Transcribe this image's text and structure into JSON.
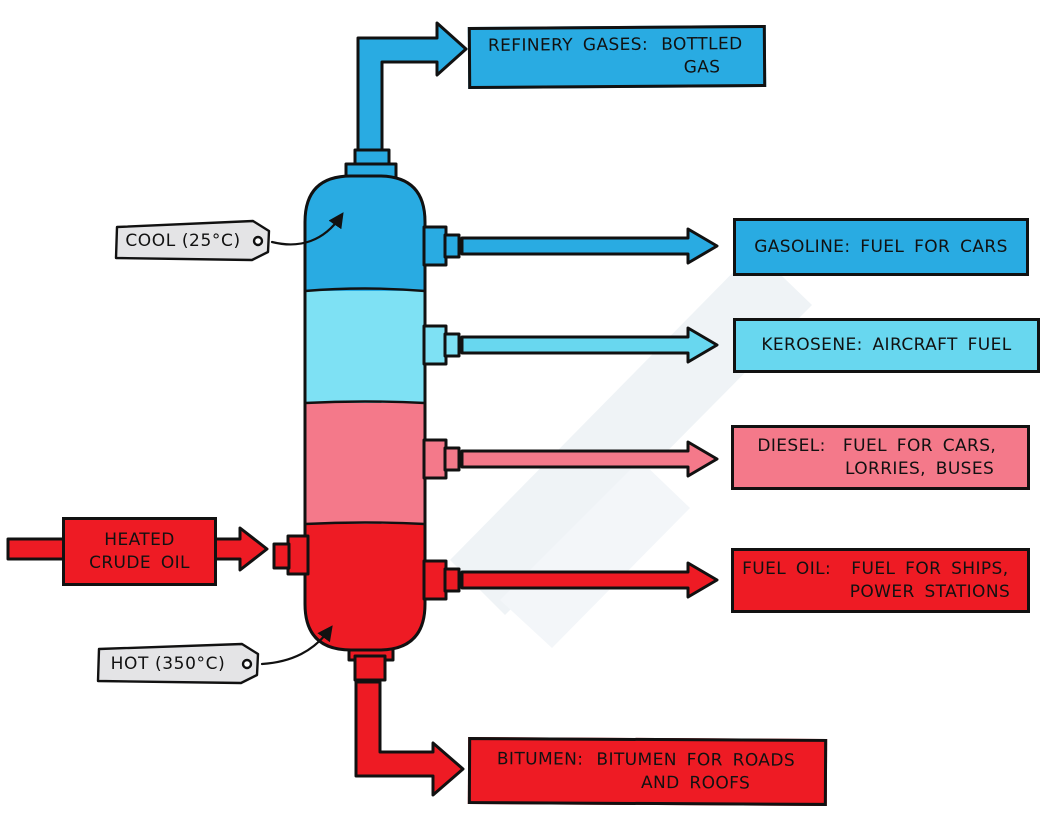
{
  "colors": {
    "outline": "#111111",
    "refinery_blue": "#29ABE2",
    "kerosene_blue": "#68D7EF",
    "kerosene_band_blue": "#7EE1F4",
    "diesel_pink": "#F4798A",
    "fuel_red": "#EE1B24",
    "tag_gray": "#E4E4E6",
    "watermark": "#EFF3F6"
  },
  "tags": {
    "cool": "COOL (25°C)",
    "hot": "HOT (350°C)"
  },
  "inlet": {
    "label": "HEATED CRUDE OIL"
  },
  "column": {
    "bands": [
      {
        "name": "top-coolest-band",
        "color": "#29ABE2"
      },
      {
        "name": "upper-middle-band",
        "color": "#7EE1F4"
      },
      {
        "name": "lower-middle-band",
        "color": "#F4798A"
      },
      {
        "name": "bottom-hottest-band",
        "color": "#EE1B24"
      }
    ]
  },
  "fractions": [
    {
      "id": "refinery-gases",
      "name": "REFINERY GASES:",
      "use": "BOTTLED GAS",
      "color": "#29ABE2"
    },
    {
      "id": "gasoline",
      "name": "GASOLINE:",
      "use": "FUEL FOR CARS",
      "color": "#29ABE2"
    },
    {
      "id": "kerosene",
      "name": "KEROSENE:",
      "use": "AIRCRAFT FUEL",
      "color": "#68D7EF"
    },
    {
      "id": "diesel",
      "name": "DIESEL:",
      "use": "FUEL FOR CARS, LORRIES, BUSES",
      "color": "#F4798A"
    },
    {
      "id": "fuel-oil",
      "name": "FUEL OIL:",
      "use": "FUEL FOR SHIPS, POWER STATIONS",
      "color": "#EE1B24"
    },
    {
      "id": "bitumen",
      "name": "BITUMEN:",
      "use": "BITUMEN FOR ROADS AND ROOFS",
      "color": "#EE1B24"
    }
  ]
}
